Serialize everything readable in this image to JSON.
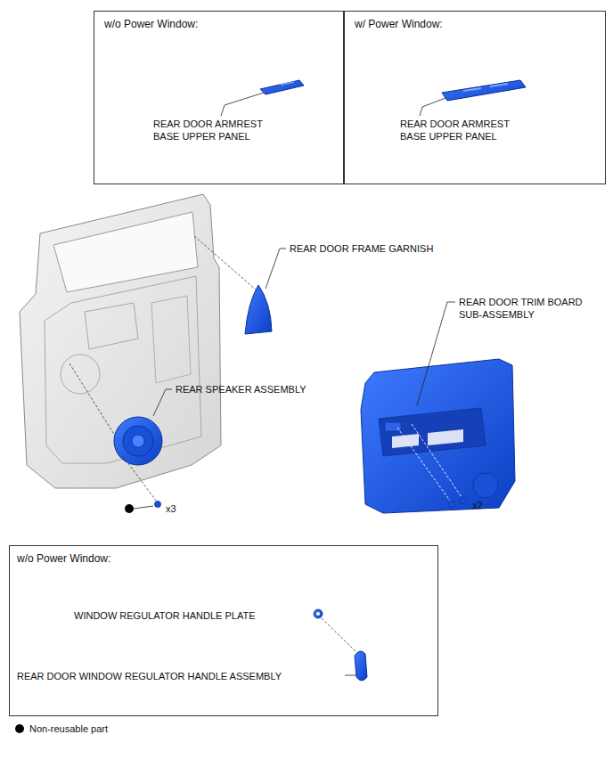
{
  "diagram": {
    "nodes": [
      {
        "text": [
          "w/o Power Window:",
          "REAR DOOR ARMREST BASE UPPER PANEL"
        ]
      },
      {
        "text": [
          "w/ Power Window:",
          "REAR DOOR ARMREST BASE UPPER PANEL"
        ]
      },
      {
        "text": [
          "w/o Power Window:",
          "WINDOW REGULATOR HANDLE PLATE",
          "REAR DOOR WINDOW REGULATOR HANDLE ASSEMBLY"
        ]
      }
    ],
    "labels": [
      "REAR DOOR FRAME GARNISH",
      "REAR DOOR TRIM BOARD SUB-ASSEMBLY",
      "REAR SPEAKER ASSEMBLY",
      "x3",
      "x2"
    ],
    "legend": [
      {
        "text": "Non-reusable part",
        "color": "#000000"
      }
    ]
  }
}
